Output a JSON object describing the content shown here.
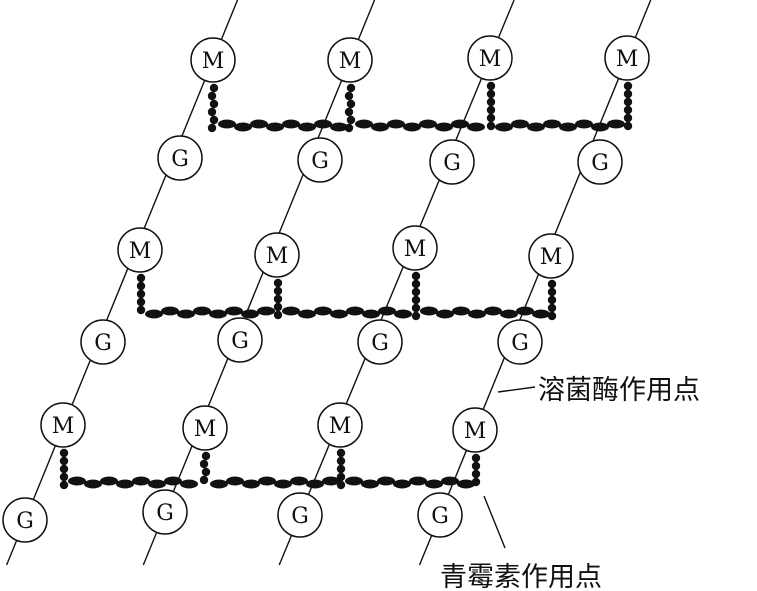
{
  "diagram": {
    "rows": [
      {
        "type": "M",
        "label": "M"
      },
      {
        "type": "G",
        "label": "G"
      },
      {
        "type": "M",
        "label": "M"
      },
      {
        "type": "G",
        "label": "G"
      },
      {
        "type": "M",
        "label": "M"
      },
      {
        "type": "G",
        "label": "G"
      }
    ],
    "columns": 4,
    "annotations": {
      "lysozyme_site": "溶菌酶作用点",
      "penicillin_site": "青霉素作用点"
    }
  }
}
